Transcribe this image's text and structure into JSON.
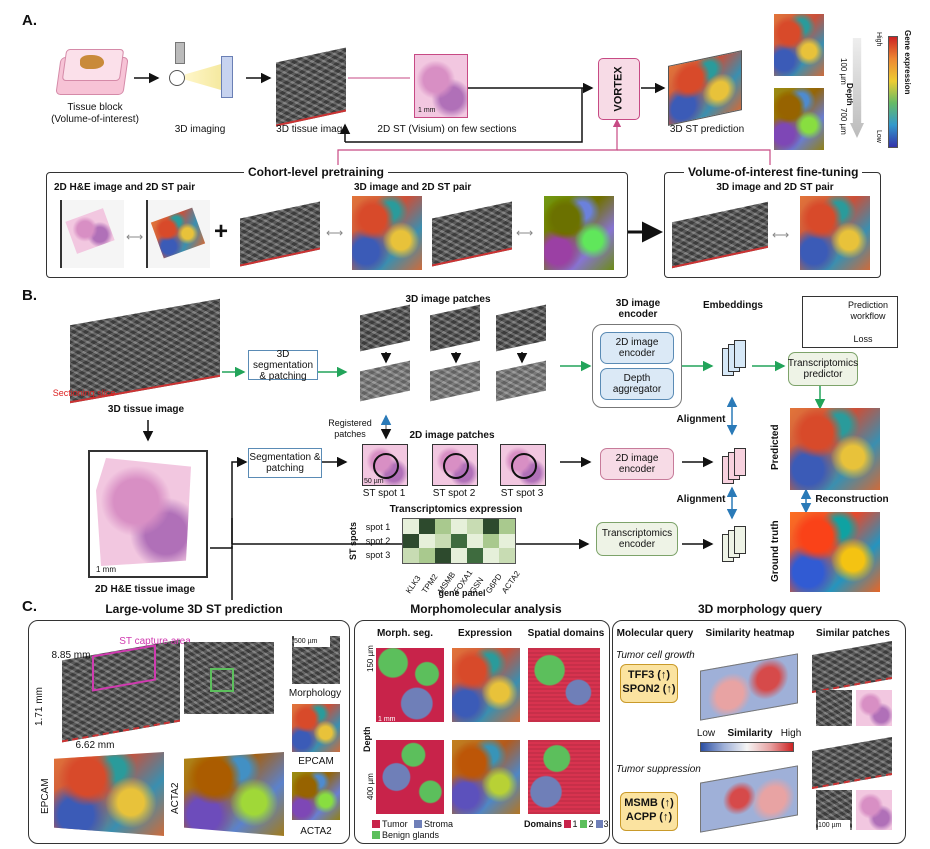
{
  "panels": {
    "a": "A.",
    "b": "B.",
    "c": "C."
  },
  "panel_a": {
    "tissue_block": "Tissue block",
    "tissue_block_sub": "(Volume-of-interest)",
    "imaging": "3D imaging",
    "tissue_image": "3D tissue image",
    "st_visium": "2D ST (Visium) on few sections",
    "scale_1mm": "1 mm",
    "vortex": "VORTEX",
    "st_prediction": "3D ST prediction",
    "depth_top": "100 µm",
    "depth_label": "Depth",
    "depth_bottom": "700 µm",
    "gene_expr": "Gene expression",
    "high": "High",
    "low": "Low",
    "cohort_title": "Cohort-level pretraining",
    "he_pair": "2D H&E image and 2D ST pair",
    "image_pair": "3D image and 2D ST pair",
    "voi_title": "Volume-of-interest fine-tuning",
    "voi_pair": "3D image and 2D ST pair",
    "plus": "+"
  },
  "panel_b": {
    "tissue_image": "3D tissue image",
    "sectioning": "Sectioning slice",
    "seg3d": "3D segmentation & patching",
    "patches3d": "3D image patches",
    "encoder_title": "3D image encoder",
    "enc2d": "2D image encoder",
    "depth_agg": "Depth aggregator",
    "embeddings": "Embeddings",
    "legend_pred": "Prediction workflow",
    "legend_loss": "Loss",
    "predictor": "Transcriptomics predictor",
    "registered": "Registered patches",
    "patches2d": "2D image patches",
    "seg2d": "Segmentation & patching",
    "scale_50": "50 µm",
    "spots": [
      "ST spot 1",
      "ST spot 2",
      "ST spot 3"
    ],
    "enc2d_b": "2D image encoder",
    "alignment1": "Alignment",
    "alignment2": "Alignment",
    "predicted": "Predicted",
    "reconstruction": "Reconstruction",
    "ground_truth": "Ground truth",
    "he_image": "2D H&E tissue image",
    "scale_1mm": "1 mm",
    "tx_expression": "Transcriptomics expression",
    "st_spots_label": "ST spots",
    "spot_rows": [
      "spot 1",
      "spot 2",
      "spot 3"
    ],
    "genes": [
      "KLK3",
      "TPM2",
      "MSMB",
      "FOXA1",
      "GSN",
      "G6PD",
      "ACTA2"
    ],
    "gene_panel": "gene panel",
    "tx_encoder": "Transcriptomics encoder"
  },
  "panel_c": {
    "large_title": "Large-volume 3D ST prediction",
    "capture": "ST capture area",
    "dim1": "8.85 mm",
    "dim2": "1.71 mm",
    "dim3": "6.62 mm",
    "scale_500": "500 µm",
    "morphology": "Morphology",
    "epcam": "EPCAM",
    "acta2": "ACTA2",
    "epcam_side": "EPCAM",
    "acta2_side": "ACTA2",
    "morpho_title": "Morphomolecular analysis",
    "morph_seg": "Morph. seg.",
    "expression": "Expression",
    "spatial": "Spatial domains",
    "d150": "150 µm",
    "depth": "Depth",
    "d400": "400 µm",
    "scale_1mm": "1 mm",
    "legend_tumor": "Tumor",
    "legend_stroma": "Stroma",
    "legend_benign": "Benign glands",
    "domains": "Domains",
    "domain_ids": [
      "1",
      "2",
      "3"
    ],
    "query_title": "3D morphology query",
    "mol_query": "Molecular query",
    "sim_heatmap": "Similarity heatmap",
    "sim_patches": "Similar patches",
    "q1_label": "Tumor cell growth",
    "q1_genes": [
      "TFF3 (↑)",
      "SPON2 (↑)"
    ],
    "sim_low": "Low",
    "sim_label": "Similarity",
    "sim_high": "High",
    "q2_label": "Tumor suppression",
    "q2_genes": [
      "MSMB (↑)",
      "ACPP (↑)"
    ],
    "scale_100": "100 µm"
  },
  "colors": {
    "tumor": "#c8234a",
    "stroma": "#6f7fb8",
    "benign": "#5cbf5c",
    "green_arrow": "#22a45a",
    "blue_arrow": "#2a7ab8",
    "vortex": "#f7dbe6"
  }
}
